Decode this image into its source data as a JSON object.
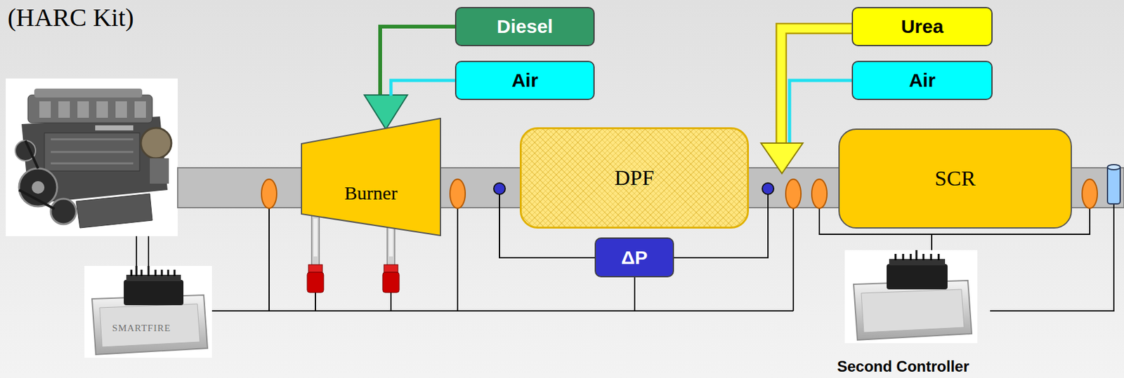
{
  "diagram": {
    "title": "(HARC Kit)",
    "nodes": [
      {
        "text": [
          "Diesel"
        ]
      },
      {
        "text": [
          "Air"
        ]
      },
      {
        "text": [
          "Urea"
        ]
      },
      {
        "text": [
          "Air"
        ]
      },
      {
        "text": [
          "Burner"
        ]
      },
      {
        "text": [
          "DPF"
        ]
      },
      {
        "text": [
          "SCR"
        ]
      },
      {
        "text": [
          "ΔP"
        ]
      },
      {
        "text": [
          "SMARTFIRE"
        ]
      },
      {
        "text": [
          "Second Controller"
        ]
      }
    ],
    "edges": [
      {
        "from": 0,
        "to": 4,
        "arrow": "to"
      },
      {
        "from": 1,
        "to": 4,
        "arrow": "none"
      }
    ]
  }
}
